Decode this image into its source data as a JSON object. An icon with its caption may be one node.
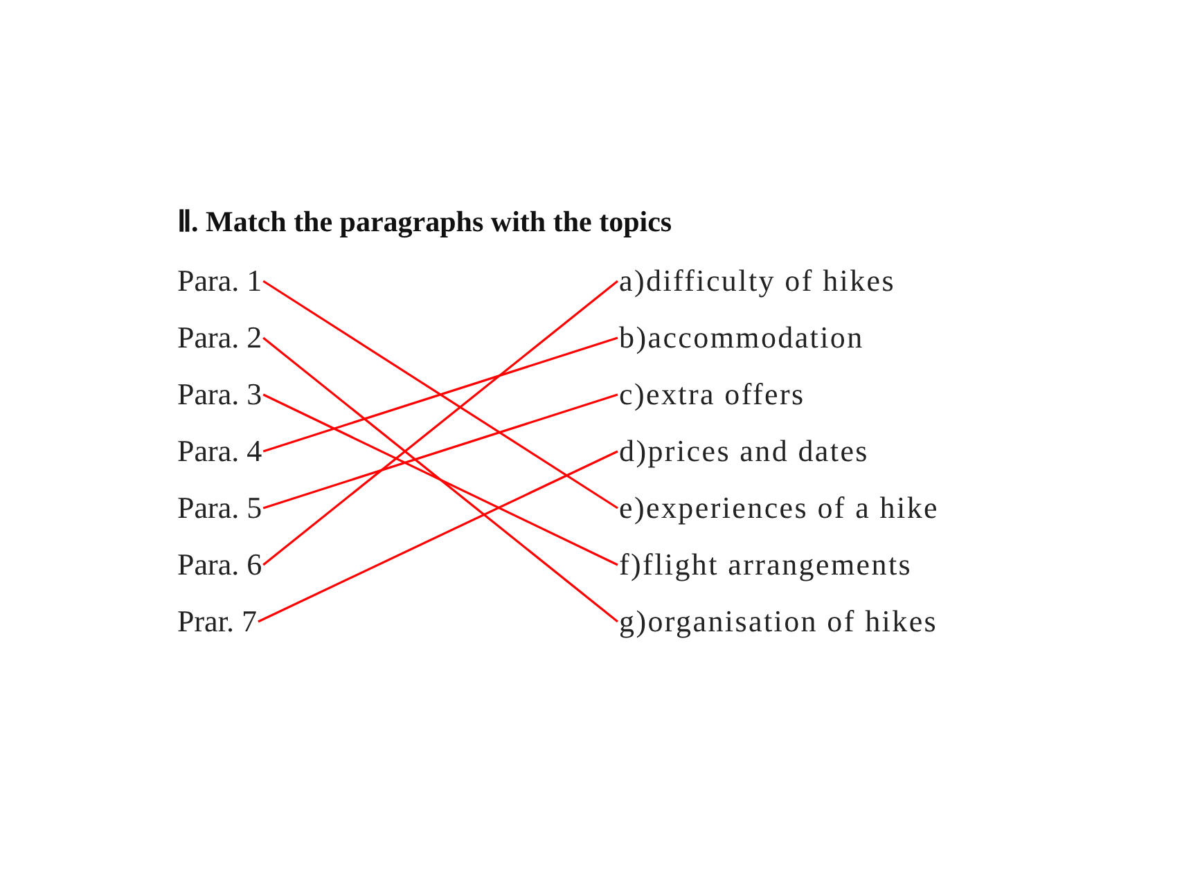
{
  "diagram": {
    "title": "Ⅱ. Match the paragraphs with the topics",
    "nodes": [
      {
        "text": [
          "Para. 1"
        ]
      },
      {
        "text": [
          "Para. 2"
        ]
      },
      {
        "text": [
          "Para. 3"
        ]
      },
      {
        "text": [
          "Para. 4"
        ]
      },
      {
        "text": [
          "Para. 5"
        ]
      },
      {
        "text": [
          "Para. 6"
        ]
      },
      {
        "text": [
          "Prar. 7"
        ]
      },
      {
        "text": [
          "a)difficulty of hikes"
        ]
      },
      {
        "text": [
          "b)accommodation"
        ]
      },
      {
        "text": [
          "c)extra offers"
        ]
      },
      {
        "text": [
          "d)prices and dates"
        ]
      },
      {
        "text": [
          "e)experiences of a hike"
        ]
      },
      {
        "text": [
          "f)flight arrangements"
        ]
      },
      {
        "text": [
          "g)organisation of hikes"
        ]
      }
    ],
    "edges": [
      {
        "from": 0,
        "to": 11,
        "arrow": "none"
      },
      {
        "from": 1,
        "to": 13,
        "arrow": "none"
      },
      {
        "from": 2,
        "to": 12,
        "arrow": "none"
      },
      {
        "from": 3,
        "to": 8,
        "arrow": "none"
      },
      {
        "from": 4,
        "to": 9,
        "arrow": "none"
      },
      {
        "from": 5,
        "to": 7,
        "arrow": "none"
      },
      {
        "from": 6,
        "to": 10,
        "arrow": "none"
      }
    ]
  }
}
